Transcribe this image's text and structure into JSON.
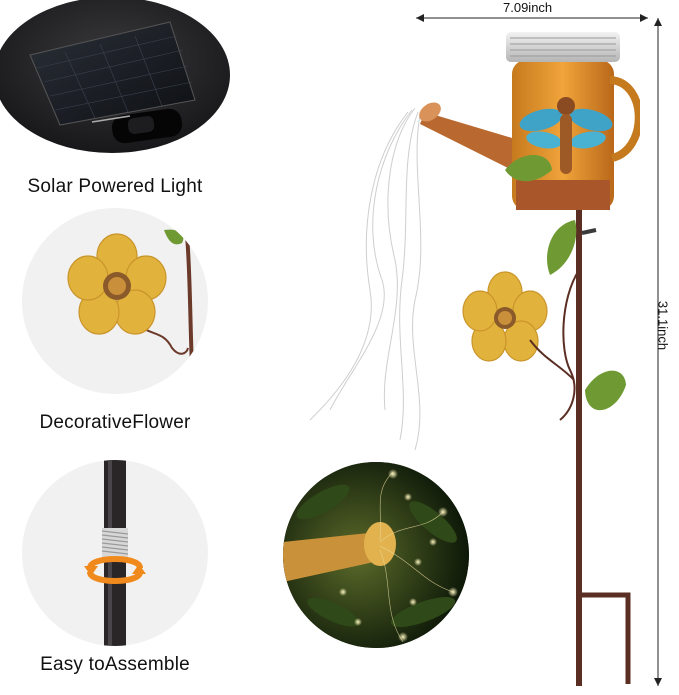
{
  "features": [
    {
      "label": "Solar Powered Light",
      "icon": "solar-panel"
    },
    {
      "label": "DecorativeFlower",
      "icon": "flower"
    },
    {
      "label": "Easy toAssemble",
      "icon": "rotate-arrows"
    }
  ],
  "dimensions": {
    "width_label": "7.09inch",
    "height_label": "31.1inch"
  },
  "colors": {
    "arrow_orange": "#f08a1c",
    "flower_yellow": "#e2b33c",
    "stake_brown": "#5a2e22",
    "leaf_green": "#6f9a33"
  }
}
